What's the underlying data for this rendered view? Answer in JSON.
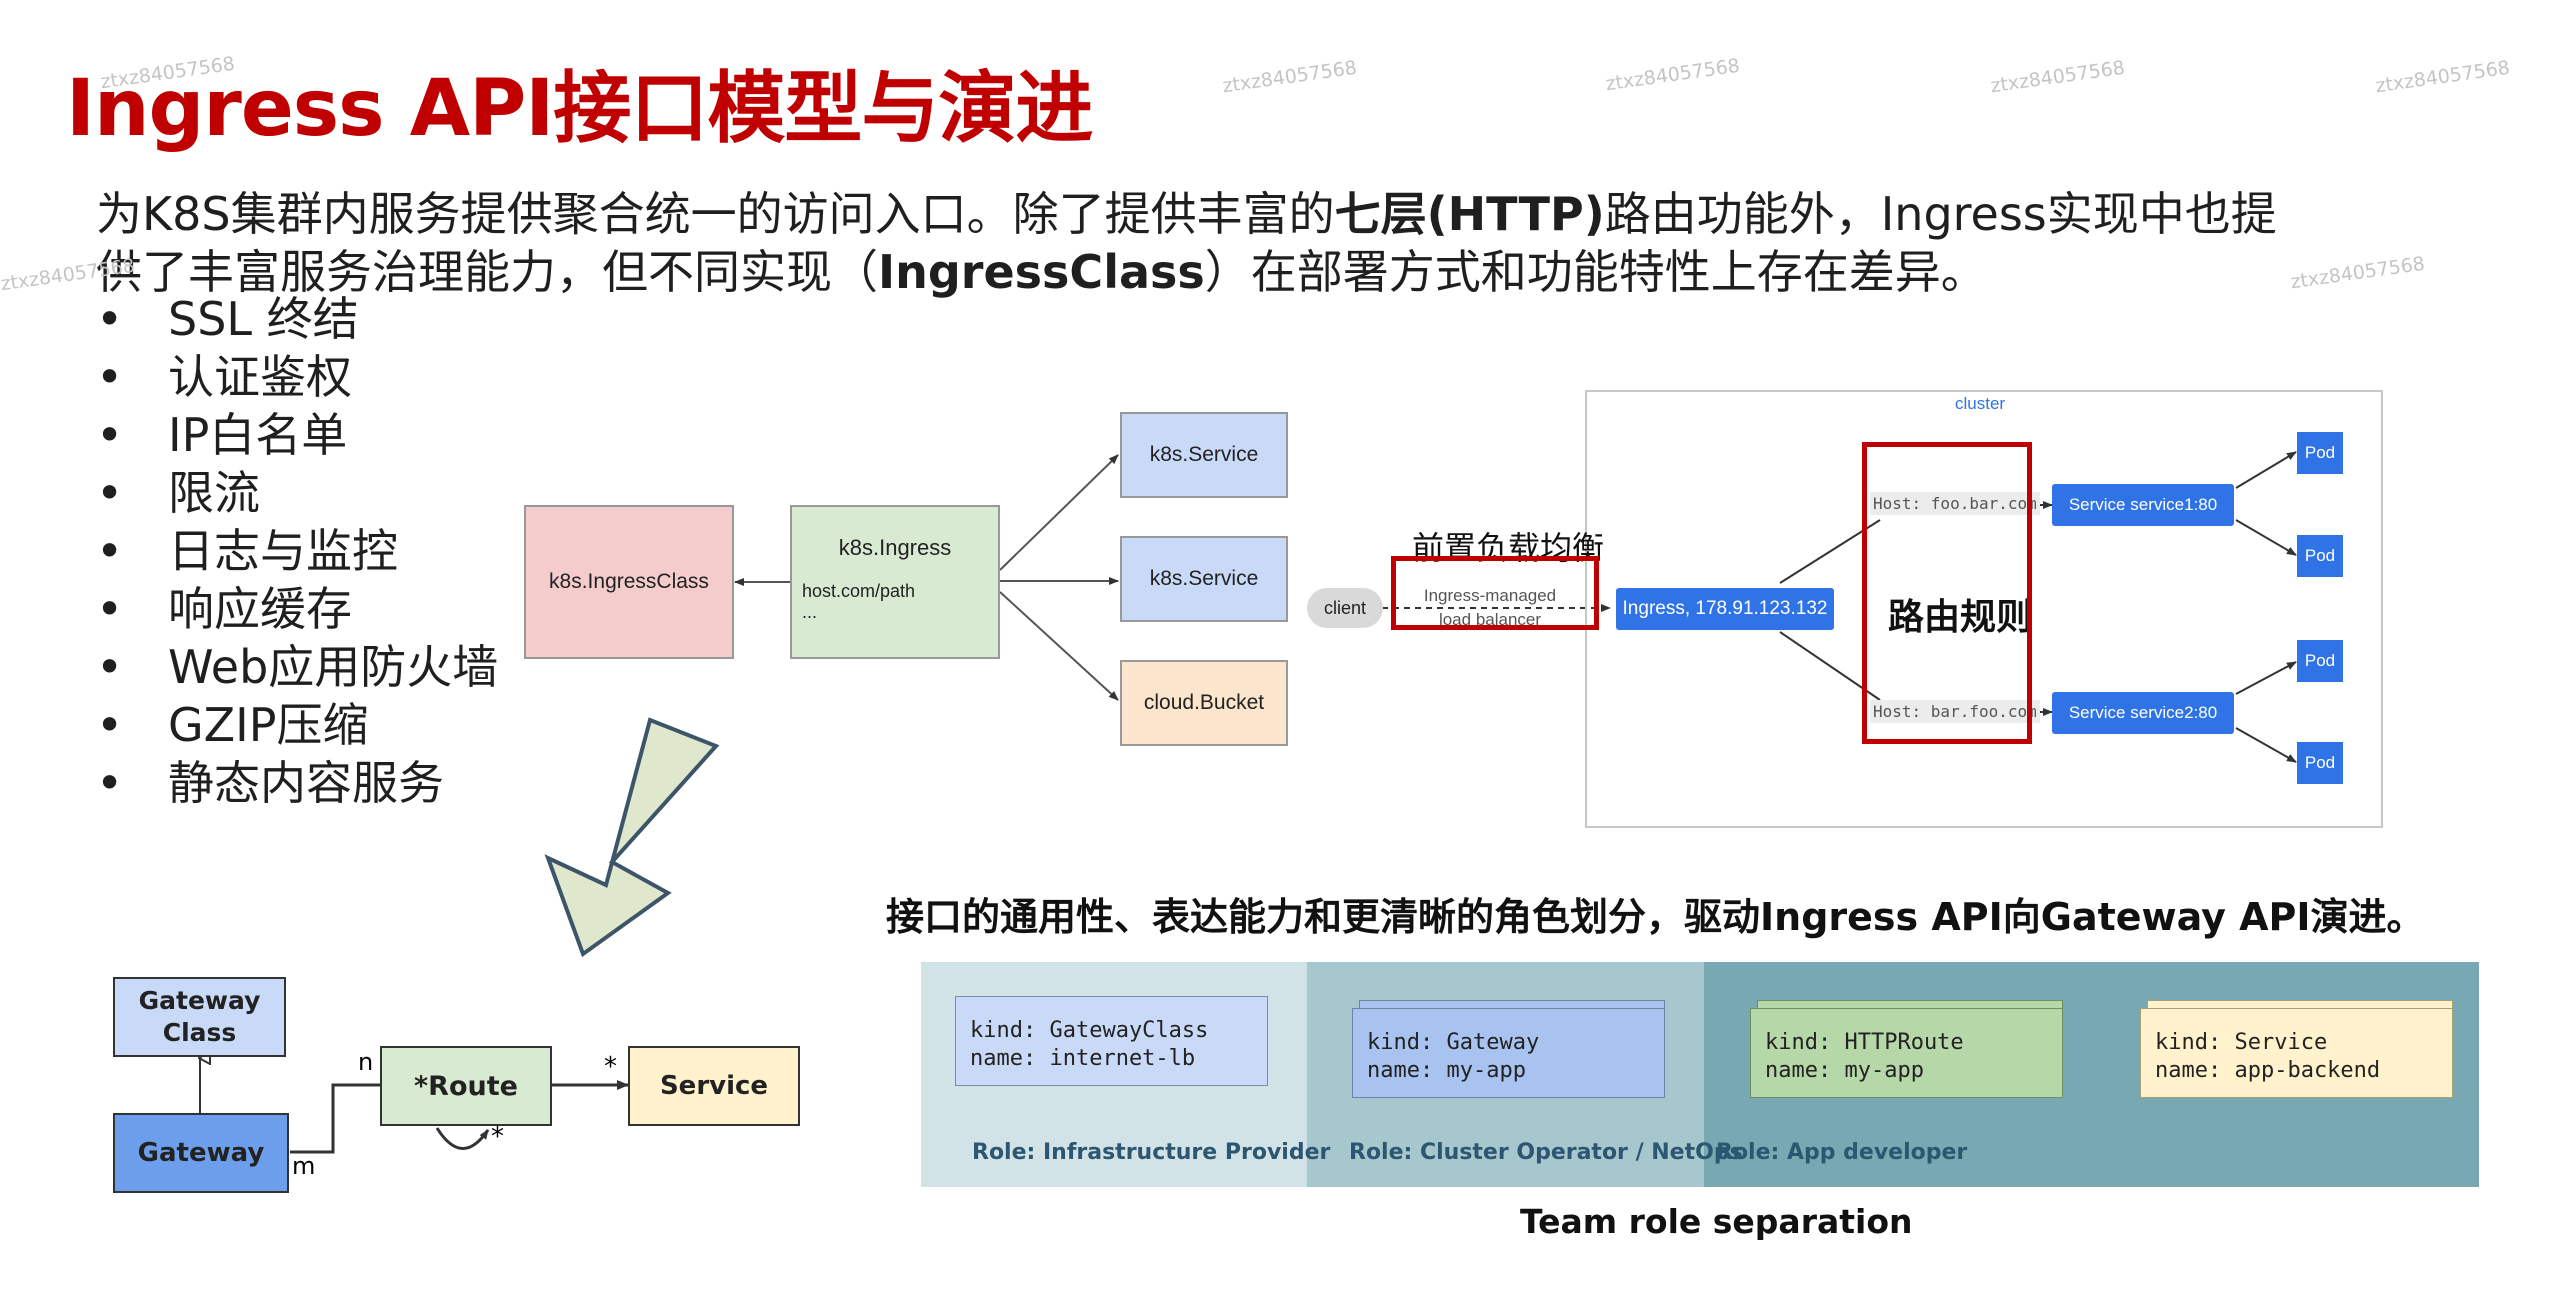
{
  "title": "Ingress API接口模型与演进",
  "description": {
    "line1_prefix": "为K8S集群内服务提供聚合统一的访问入口。除了提供丰富的",
    "line1_bold": "七层(HTTP)",
    "line1_suffix": "路由功能外，Ingress实现中也提",
    "line2_prefix": "供了丰富服务治理能力，但不同实现（",
    "line2_bold": "IngressClass",
    "line2_suffix": "）在部署方式和功能特性上存在差异。"
  },
  "bullet_marker": "•",
  "features": [
    "SSL 终结",
    "认证鉴权",
    "IP白名单",
    "限流",
    "日志与监控",
    "响应缓存",
    "Web应用防火墙",
    "GZIP压缩",
    "静态内容服务"
  ],
  "watermark": "ztxz84057568",
  "ingress_diagram": {
    "ingress_class": "k8s.IngressClass",
    "ingress": "k8s.Ingress",
    "ingress_path": "host.com/path",
    "ingress_more": "...",
    "service_1": "k8s.Service",
    "service_2": "k8s.Service",
    "bucket": "cloud.Bucket"
  },
  "cluster_diagram": {
    "cluster_label": "cluster",
    "client": "client",
    "front_lb_note": "前置负载均衡",
    "lb_line1": "Ingress-managed",
    "lb_line2": "load balancer",
    "ingress": "Ingress, 178.91.123.132",
    "routing_rules_note": "路由规则",
    "host1": "Host: foo.bar.com",
    "host2": "Host: bar.foo.com",
    "service1": "Service service1:80",
    "service2": "Service service2:80",
    "pod": "Pod"
  },
  "gateway_model": {
    "gateway_class": "Gateway Class",
    "gateway": "Gateway",
    "route": "*Route",
    "service": "Service",
    "mult_n": "n",
    "mult_m": "m",
    "mult_star_service": "*",
    "mult_star_self": "*"
  },
  "evolution_note": "接口的通用性、表达能力和更清晰的角色划分，驱动Ingress API向Gateway API演进。",
  "roles": {
    "cards": [
      {
        "kind": "kind: GatewayClass",
        "name": "name: internet-lb"
      },
      {
        "kind": "kind: Gateway",
        "name": "name: my-app"
      },
      {
        "kind": "kind: HTTPRoute",
        "name": "name: my-app"
      },
      {
        "kind": "kind: Service",
        "name": "name: app-backend"
      }
    ],
    "labels": [
      "Role: Infrastructure Provider",
      "Role: Cluster Operator / NetOps",
      "Role: App developer"
    ],
    "caption": "Team role separation",
    "colors": {
      "panel1": "#d2e3e8",
      "panel2": "#a7c7ce",
      "panel3": "#78a9b3",
      "card1": "#c9daf8",
      "card2": "#a8c3f0",
      "card3": "#b6d7a8",
      "card4": "#fff2cc"
    }
  },
  "colors": {
    "title": "#c00000",
    "highlight_box": "#c00000",
    "k8s_blue": "#2f73e6"
  }
}
